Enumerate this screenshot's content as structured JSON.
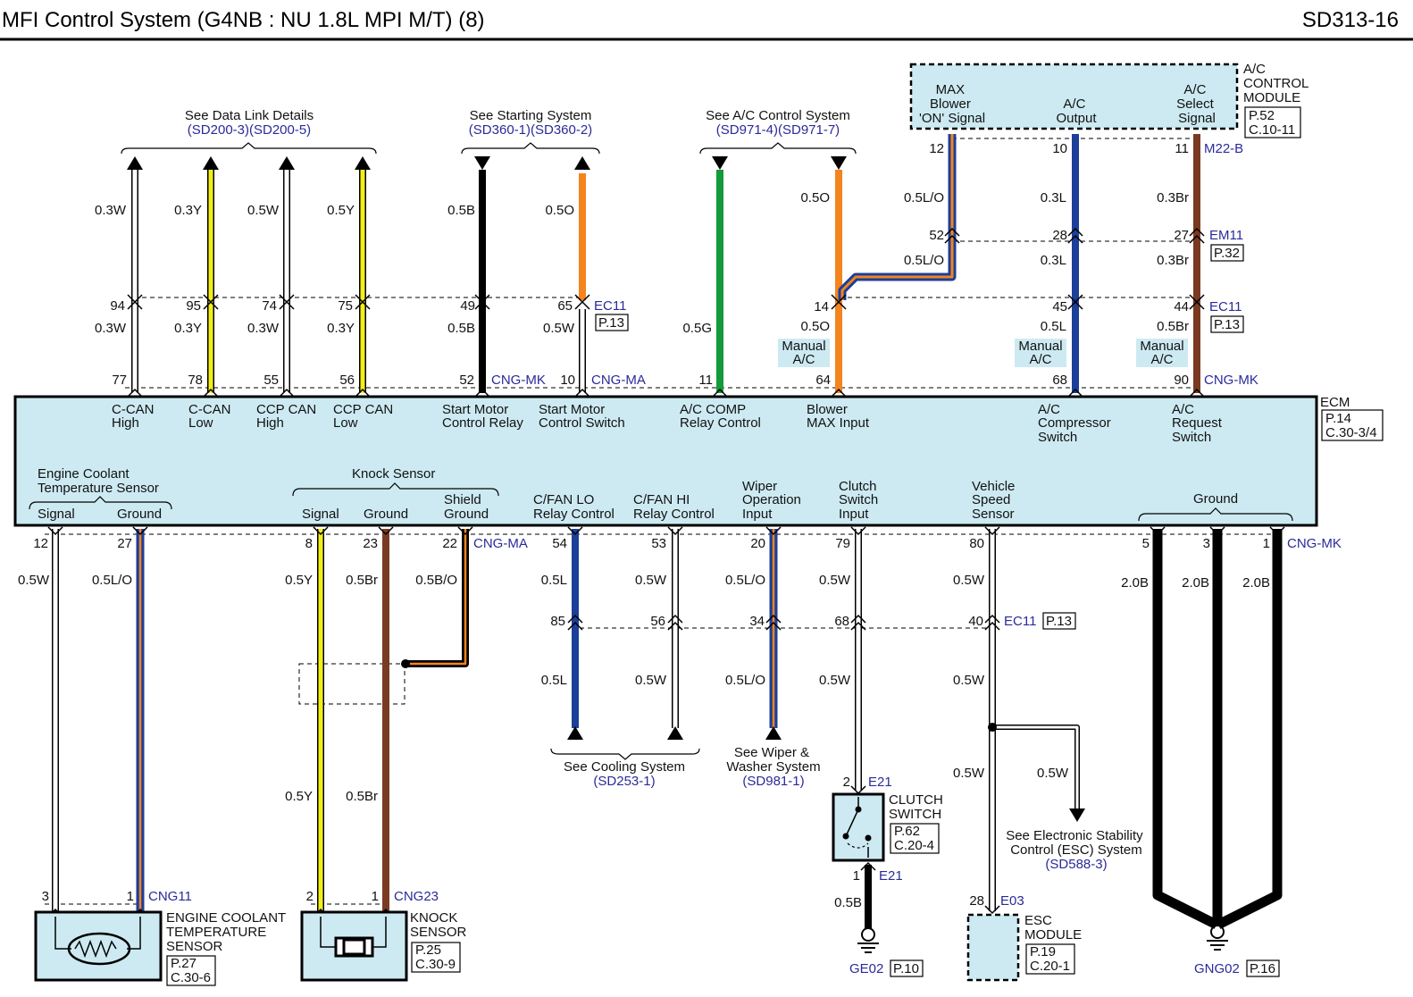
{
  "header": {
    "title": "MFI Control System (G4NB : NU 1.8L MPI M/T) (8)",
    "page_code": "SD313-16"
  },
  "colors": {
    "box_fill": "#cdeaf2",
    "white_wire": "#ffffff",
    "yellow_wire": "#f2ee1a",
    "black_wire": "#000000",
    "orange_wire": "#f4841e",
    "green_wire": "#139a3a",
    "blue_wire": "#1c3f99",
    "brown_wire": "#7a3a22",
    "link_text": "#2a2a9a"
  },
  "ac_module": {
    "name": [
      "A/C",
      "CONTROL",
      "MODULE"
    ],
    "ref": [
      "P.52",
      "C.10-11"
    ],
    "pins": [
      [
        "MAX",
        "Blower",
        "'ON' Signal"
      ],
      [
        "A/C",
        "Output"
      ],
      [
        "A/C",
        "Select",
        "Signal"
      ]
    ],
    "connector": "M22-B"
  },
  "ecm": {
    "name": "ECM",
    "ref": [
      "P.14",
      "C.30-3/4"
    ],
    "top_pins": [
      [
        "C-CAN",
        "High"
      ],
      [
        "C-CAN",
        "Low"
      ],
      [
        "CCP CAN",
        "High"
      ],
      [
        "CCP CAN",
        "Low"
      ],
      [
        "Start Motor",
        "Control Relay"
      ],
      [
        "Start Motor",
        "Control Switch"
      ],
      [
        "A/C COMP",
        "Relay Control"
      ],
      [
        "Blower",
        "MAX Input"
      ],
      [
        "A/C",
        "Compressor",
        "Switch"
      ],
      [
        "A/C",
        "Request",
        "Switch"
      ]
    ],
    "bottom_groups": {
      "ect": [
        "Engine Coolant",
        "Temperature Sensor"
      ],
      "knock": "Knock Sensor",
      "ground": "Ground"
    },
    "bottom_pins": {
      "ect_signal": "Signal",
      "ect_ground": "Ground",
      "knock_signal": "Signal",
      "knock_ground": "Ground",
      "knock_shield": [
        "Shield",
        "Ground"
      ],
      "cfan_lo": [
        "C/FAN LO",
        "Relay Control"
      ],
      "cfan_hi": [
        "C/FAN HI",
        "Relay Control"
      ],
      "wiper": [
        "Wiper",
        "Operation",
        "Input"
      ],
      "clutch": [
        "Clutch",
        "Switch",
        "Input"
      ],
      "vss": [
        "Vehicle",
        "Speed",
        "Sensor"
      ]
    }
  },
  "references": {
    "data_link": {
      "text": "See Data Link Details",
      "link": "(SD200-3)(SD200-5)"
    },
    "starting": {
      "text": "See Starting System",
      "link": "(SD360-1)(SD360-2)"
    },
    "ac": {
      "text": "See A/C Control System",
      "link": "(SD971-4)(SD971-7)"
    },
    "cooling": {
      "text": "See Cooling System",
      "link": "(SD253-1)"
    },
    "wiper": {
      "text": [
        "See Wiper &",
        "Washer System"
      ],
      "link": "(SD981-1)"
    },
    "esc": {
      "text": [
        "See Electronic Stability",
        "Control (ESC) System"
      ],
      "link": "(SD588-3)"
    }
  },
  "manual_ac": [
    "Manual",
    "A/C"
  ],
  "connectors": {
    "ec11": "EC11",
    "em11": "EM11",
    "cng_mk": "CNG-MK",
    "cng_ma": "CNG-MA",
    "e21": "E21",
    "e03": "E03",
    "cng11": "CNG11",
    "cng23": "CNG23",
    "ge02": "GE02",
    "gng02": "GNG02"
  },
  "page_refs": {
    "p13": "P.13",
    "p32": "P.32",
    "p10": "P.10",
    "p16": "P.16"
  },
  "components": {
    "ect_sensor": {
      "name": [
        "ENGINE COOLANT",
        "TEMPERATURE",
        "SENSOR"
      ],
      "ref": [
        "P.27",
        "C.30-6"
      ]
    },
    "knock_sensor": {
      "name": [
        "KNOCK",
        "SENSOR"
      ],
      "ref": [
        "P.25",
        "C.30-9"
      ]
    },
    "clutch_switch": {
      "name": [
        "CLUTCH",
        "SWITCH"
      ],
      "ref": [
        "P.62",
        "C.20-4"
      ]
    },
    "esc_module": {
      "name": [
        "ESC",
        "MODULE"
      ],
      "ref": [
        "P.19",
        "C.20-1"
      ]
    }
  },
  "pins": {
    "t94": "94",
    "t95": "95",
    "t74": "74",
    "t75": "75",
    "t49": "49",
    "t65": "65",
    "t77": "77",
    "t78": "78",
    "t55": "55",
    "t56": "56",
    "t52e": "52",
    "t10e": "10",
    "t11e": "11",
    "t64": "64",
    "t68": "68",
    "t90": "90",
    "t14": "14",
    "m12": "12",
    "m10": "10",
    "m11": "11",
    "e52": "52",
    "e28": "28",
    "e27": "27",
    "c45": "45",
    "c44": "44",
    "b12": "12",
    "b27": "27",
    "b8": "8",
    "b23": "23",
    "b22": "22",
    "b54": "54",
    "b53": "53",
    "b20": "20",
    "b79": "79",
    "b80": "80",
    "b5": "5",
    "b3": "3",
    "b1": "1",
    "c85": "85",
    "c56": "56",
    "c34": "34",
    "c68": "68",
    "c40": "40",
    "s3": "3",
    "s1a": "1",
    "s2": "2",
    "s1b": "1",
    "w2": "2",
    "w1": "1",
    "w28": "28"
  },
  "wires": {
    "w1a": "0.3W",
    "w2a": "0.3Y",
    "w3a": "0.5W",
    "w4a": "0.5Y",
    "w1b": "0.3W",
    "w2b": "0.3Y",
    "w3b": "0.3W",
    "w4b": "0.3Y",
    "w5a": "0.5B",
    "w6a": "0.5O",
    "w5b": "0.5B",
    "w6b": "0.5W",
    "w7": "0.5G",
    "w8a": "0.5O",
    "w8b": "0.5O",
    "m1a": "0.5L/O",
    "m1b": "0.5L/O",
    "m2a": "0.3L",
    "m2b": "0.3L",
    "m2c": "0.5L",
    "m3a": "0.3Br",
    "m3b": "0.3Br",
    "m3c": "0.5Br",
    "b1": "0.5W",
    "b2": "0.5L/O",
    "b3a": "0.5Y",
    "b4a": "0.5Br",
    "b5": "0.5B/O",
    "b3b": "0.5Y",
    "b4b": "0.5Br",
    "f1a": "0.5L",
    "f1b": "0.5L",
    "f2a": "0.5W",
    "f2b": "0.5W",
    "p1a": "0.5L/O",
    "p1b": "0.5L/O",
    "c1a": "0.5W",
    "c1b": "0.5W",
    "v1a": "0.5W",
    "v1b": "0.5W",
    "v1c": "0.5W",
    "v2": "0.5W",
    "cl": "0.5B",
    "g1": "2.0B",
    "g2": "2.0B",
    "g3": "2.0B"
  }
}
